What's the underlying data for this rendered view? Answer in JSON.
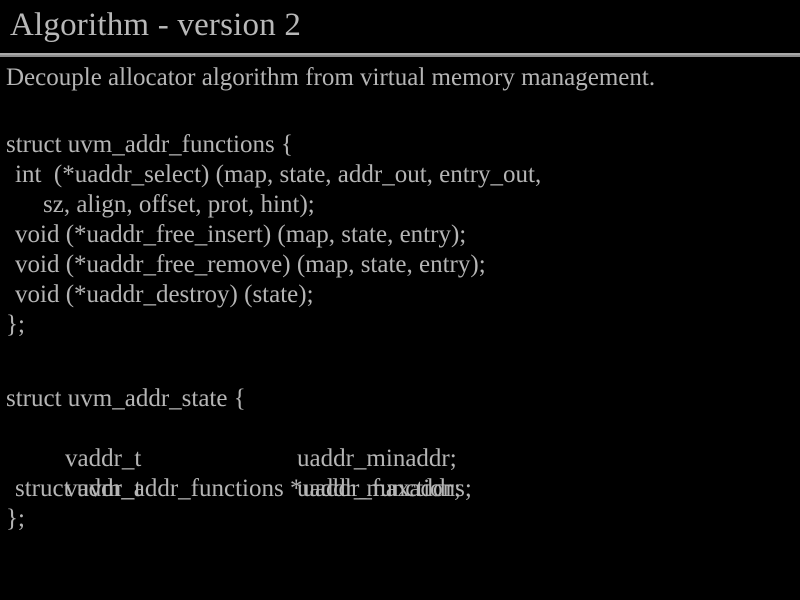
{
  "slide": {
    "title": "Algorithm - version 2",
    "intro": "Decouple allocator algorithm from virtual memory management.",
    "code_blocks": [
      {
        "name": "uvm_addr_functions",
        "lines": [
          {
            "indent": 0,
            "text": "struct uvm_addr_functions {"
          },
          {
            "indent": 1,
            "text": "int  (*uaddr_select) (map, state, addr_out, entry_out,"
          },
          {
            "indent": 2,
            "text": "sz, align, offset, prot, hint);"
          },
          {
            "indent": 1,
            "text": "void (*uaddr_free_insert) (map, state, entry);"
          },
          {
            "indent": 1,
            "text": "void (*uaddr_free_remove) (map, state, entry);"
          },
          {
            "indent": 1,
            "text": "void (*uaddr_destroy) (state);"
          },
          {
            "indent": 0,
            "text": "};"
          }
        ]
      },
      {
        "name": "uvm_addr_state",
        "lines": [
          {
            "indent": 0,
            "text": "struct uvm_addr_state {"
          },
          {
            "indent": 1,
            "type": "vaddr_t",
            "field": "uaddr_minaddr;"
          },
          {
            "indent": 1,
            "type": "vaddr_t",
            "field": "uaddr_maxaddr;"
          },
          {
            "indent": 1,
            "text": "struct uvm_addr_functions *uaddr_functions;"
          },
          {
            "indent": 0,
            "text": "};"
          }
        ]
      }
    ]
  },
  "colors": {
    "background": "#000000",
    "text": "#b5b5b5",
    "rule": "#8c8c8c",
    "rule_highlight": "#a8a8a8"
  }
}
